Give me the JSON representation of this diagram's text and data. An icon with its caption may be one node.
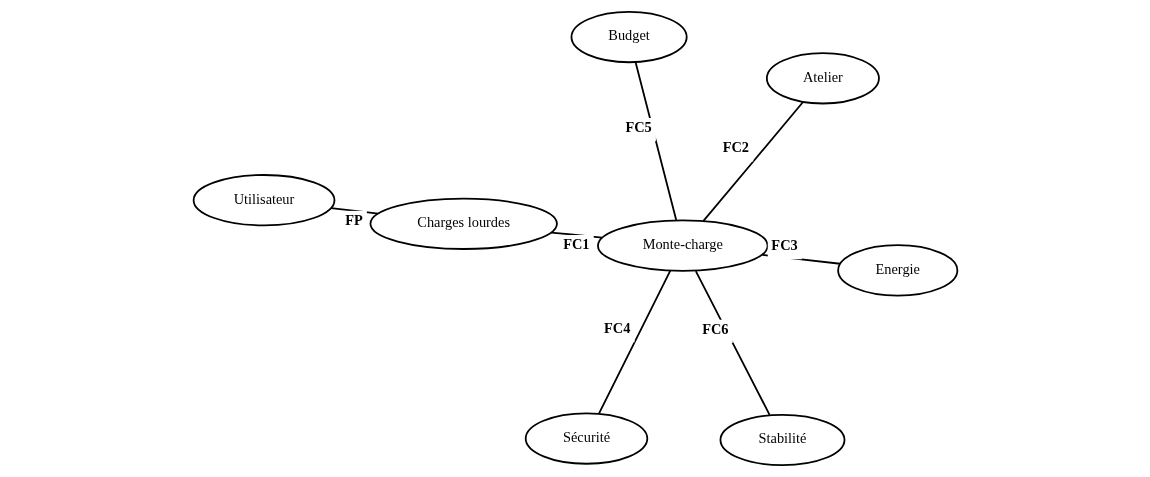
{
  "diagram": {
    "nodes": [
      {
        "text": [
          "Utilisateur"
        ]
      },
      {
        "text": [
          "Charges lourdes"
        ]
      },
      {
        "text": [
          "Stabilité"
        ]
      },
      {
        "text": [
          "Monte-charge"
        ]
      },
      {
        "text": [
          "Atelier"
        ]
      },
      {
        "text": [
          "Budget"
        ]
      },
      {
        "text": [
          "Sécurité"
        ]
      },
      {
        "text": [
          "Energie"
        ]
      }
    ],
    "edges": [
      {
        "from": 0,
        "to": 1,
        "arrow": "none",
        "label": "FP"
      },
      {
        "from": 3,
        "to": 1,
        "arrow": "none",
        "label": "FC1"
      },
      {
        "from": 3,
        "to": 4,
        "arrow": "none",
        "label": "FC2"
      },
      {
        "from": 3,
        "to": 7,
        "arrow": "none",
        "label": "FC3"
      },
      {
        "from": 3,
        "to": 6,
        "arrow": "none",
        "label": "FC4"
      },
      {
        "from": 3,
        "to": 5,
        "arrow": "none",
        "label": "FC5"
      },
      {
        "from": 3,
        "to": 2,
        "arrow": "none",
        "label": "FC6"
      }
    ]
  }
}
